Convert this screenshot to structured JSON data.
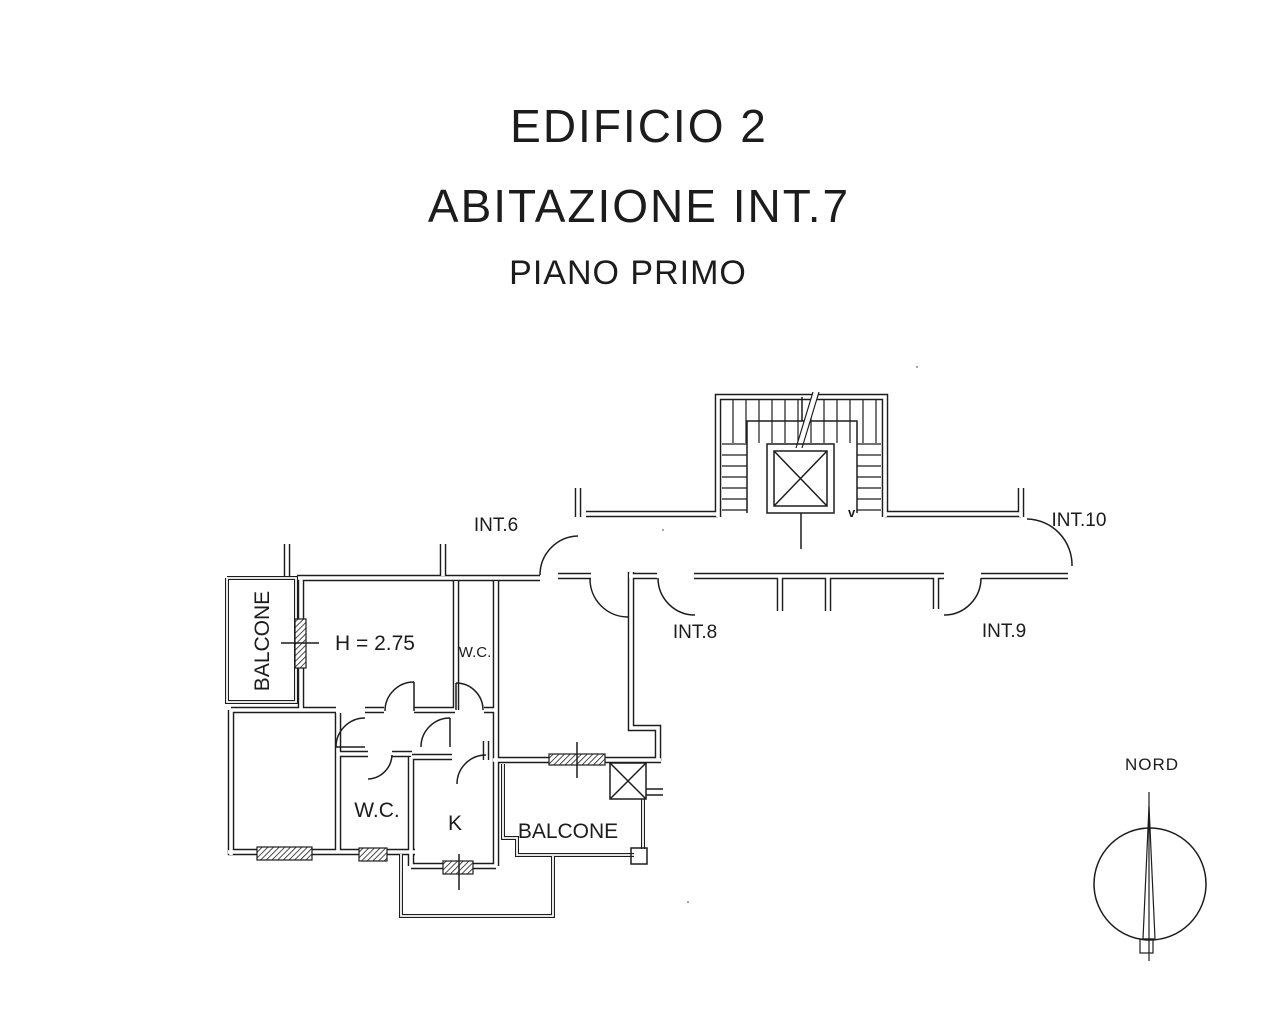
{
  "title_block": {
    "building": "EDIFICIO 2",
    "unit": "ABITAZIONE INT.7",
    "floor": "PIANO PRIMO"
  },
  "plan": {
    "neighbor_unit_labels": [
      {
        "id": "int6",
        "label": "INT.6"
      },
      {
        "id": "int8",
        "label": "INT.8"
      },
      {
        "id": "int9",
        "label": "INT.9"
      },
      {
        "id": "int10",
        "label": "INT.10"
      }
    ],
    "room_labels": {
      "ceiling_height": "H = 2.75",
      "wc_upper": "W.C.",
      "wc_lower": "W.C.",
      "kitchen": "K",
      "balcony_upper_left": "BALCONE",
      "balcony_lower": "BALCONE"
    },
    "stair_down_marker": "v"
  },
  "compass": {
    "label": "NORD"
  },
  "colors": {
    "ink": "#1d1d1d",
    "paper": "#ffffff"
  }
}
